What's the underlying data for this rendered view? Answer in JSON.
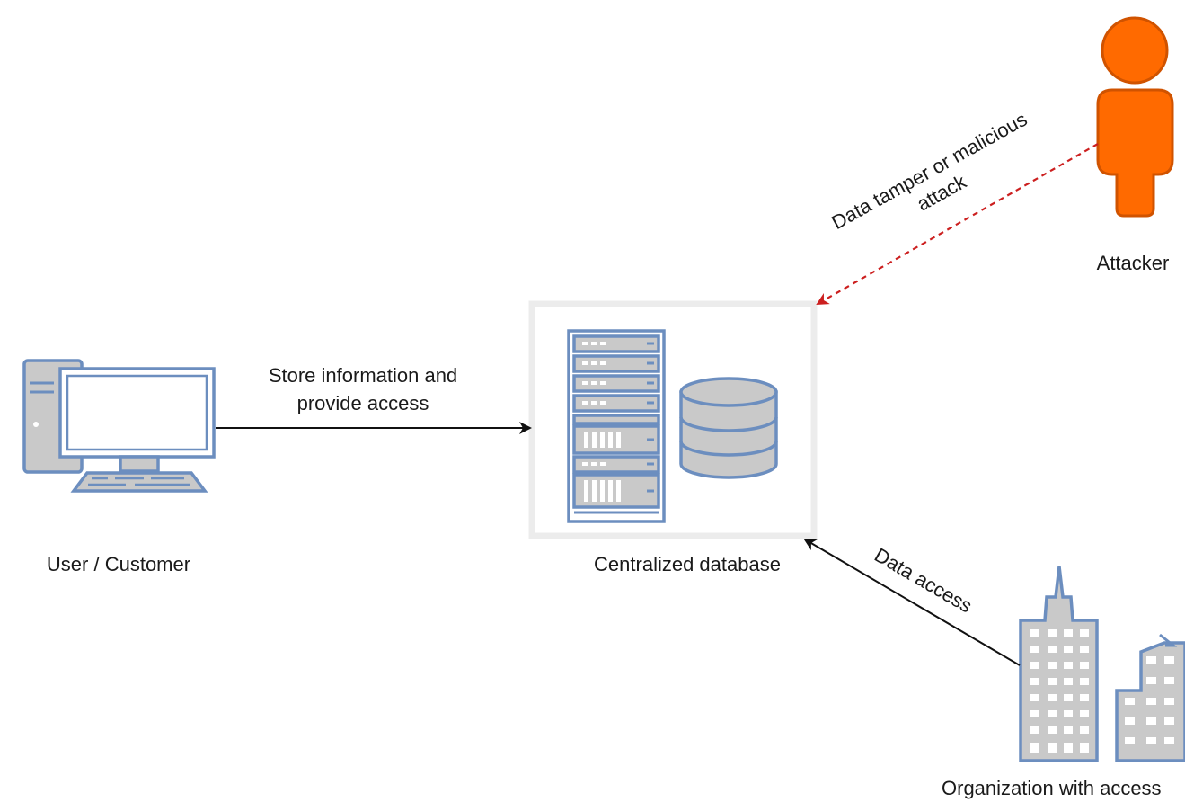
{
  "nodes": {
    "user": {
      "label": "User / Customer",
      "icon": "desktop-computer-icon"
    },
    "database": {
      "label": "Centralized database",
      "icon": "server-rack-and-database-icon"
    },
    "attacker": {
      "label": "Attacker",
      "icon": "person-icon"
    },
    "organization": {
      "label": "Organization with access",
      "icon": "office-buildings-icon"
    }
  },
  "edges": {
    "store": {
      "line1": "Store information and",
      "line2": "provide access"
    },
    "attack": {
      "line1": "Data tamper or malicious",
      "line2": "attack"
    },
    "access": {
      "label": "Data access"
    }
  },
  "colors": {
    "icon_fill": "#c9c9c9",
    "icon_stroke": "#6c8ebf",
    "attacker_fill": "#ff6a00",
    "attacker_stroke": "#d05300",
    "attack_arrow": "#cc1f1f",
    "arrow": "#111111",
    "frame": "#ececec"
  }
}
